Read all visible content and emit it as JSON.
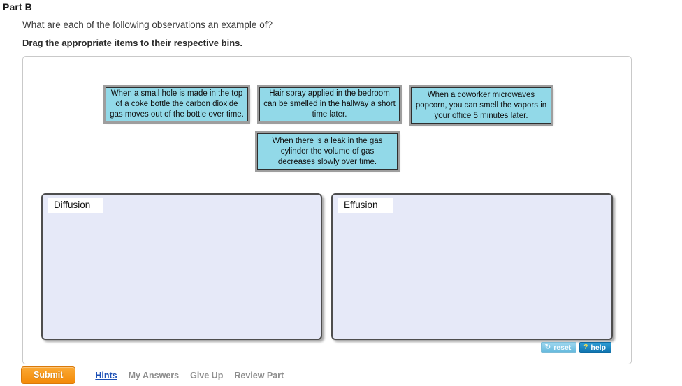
{
  "header": {
    "part_title": "Part B",
    "question": "What are each of the following observations an example of?",
    "instruction": "Drag the appropriate items to their respective bins."
  },
  "tiles": [
    {
      "id": "tile-coke-bottle",
      "text": "When a small hole is made in the top of a coke bottle the carbon dioxide gas moves out of the bottle over time."
    },
    {
      "id": "tile-hair-spray",
      "text": "Hair spray applied in the bedroom can be smelled in the hallway a short time later."
    },
    {
      "id": "tile-popcorn",
      "text": "When a coworker microwaves popcorn, you can smell the vapors in your office 5 minutes later."
    },
    {
      "id": "tile-gas-cylinder",
      "text": "When there is a leak in the gas cylinder the volume of gas decreases slowly over time."
    }
  ],
  "bins": [
    {
      "id": "bin-diffusion",
      "label": "Diffusion",
      "items": []
    },
    {
      "id": "bin-effusion",
      "label": "Effusion",
      "items": []
    }
  ],
  "tool_buttons": {
    "reset_label": "reset",
    "reset_icon": "↻",
    "help_label": "help",
    "help_icon": "?"
  },
  "action_bar": {
    "submit_label": "Submit",
    "hints_label": "Hints",
    "my_answers_label": "My Answers",
    "give_up_label": "Give Up",
    "review_part_label": "Review Part"
  },
  "colors": {
    "tile_fill": "#92d9e8",
    "bin_fill": "#e6e9f8",
    "submit_orange": "#f38a08",
    "hints_link": "#1b4fb5",
    "muted_link": "#8d8d8d",
    "help_blue": "#0e72ae"
  }
}
